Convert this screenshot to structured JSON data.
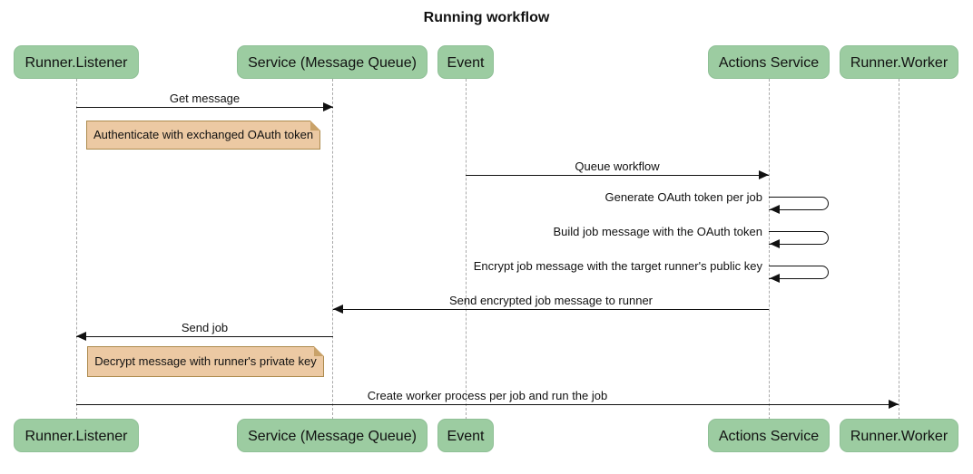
{
  "diagram_type": "sequence",
  "title": "Running workflow",
  "colors": {
    "actor_fill": "#9ccca1",
    "actor_border": "#8fc096",
    "note_fill": "#ecc9a3",
    "note_border": "#ad8b4e",
    "lifeline": "#aaaaaa",
    "arrow": "#111111",
    "background": "#ffffff"
  },
  "actors": [
    {
      "label": "Runner.Listener"
    },
    {
      "label": "Service (Message Queue)"
    },
    {
      "label": "Event"
    },
    {
      "label": "Actions Service"
    },
    {
      "label": "Runner.Worker"
    }
  ],
  "messages": {
    "get_message": "Get message",
    "queue_workflow": "Queue workflow",
    "generate_token": "Generate OAuth token per job",
    "build_job": "Build job message with the OAuth token",
    "encrypt_job": "Encrypt job message with the target runner's public key",
    "send_encrypted": "Send encrypted job message to runner",
    "send_job": "Send job",
    "create_worker": "Create worker process per job and run the job"
  },
  "notes": {
    "authenticate": "Authenticate with exchanged OAuth token",
    "decrypt": "Decrypt message with runner's private key"
  }
}
